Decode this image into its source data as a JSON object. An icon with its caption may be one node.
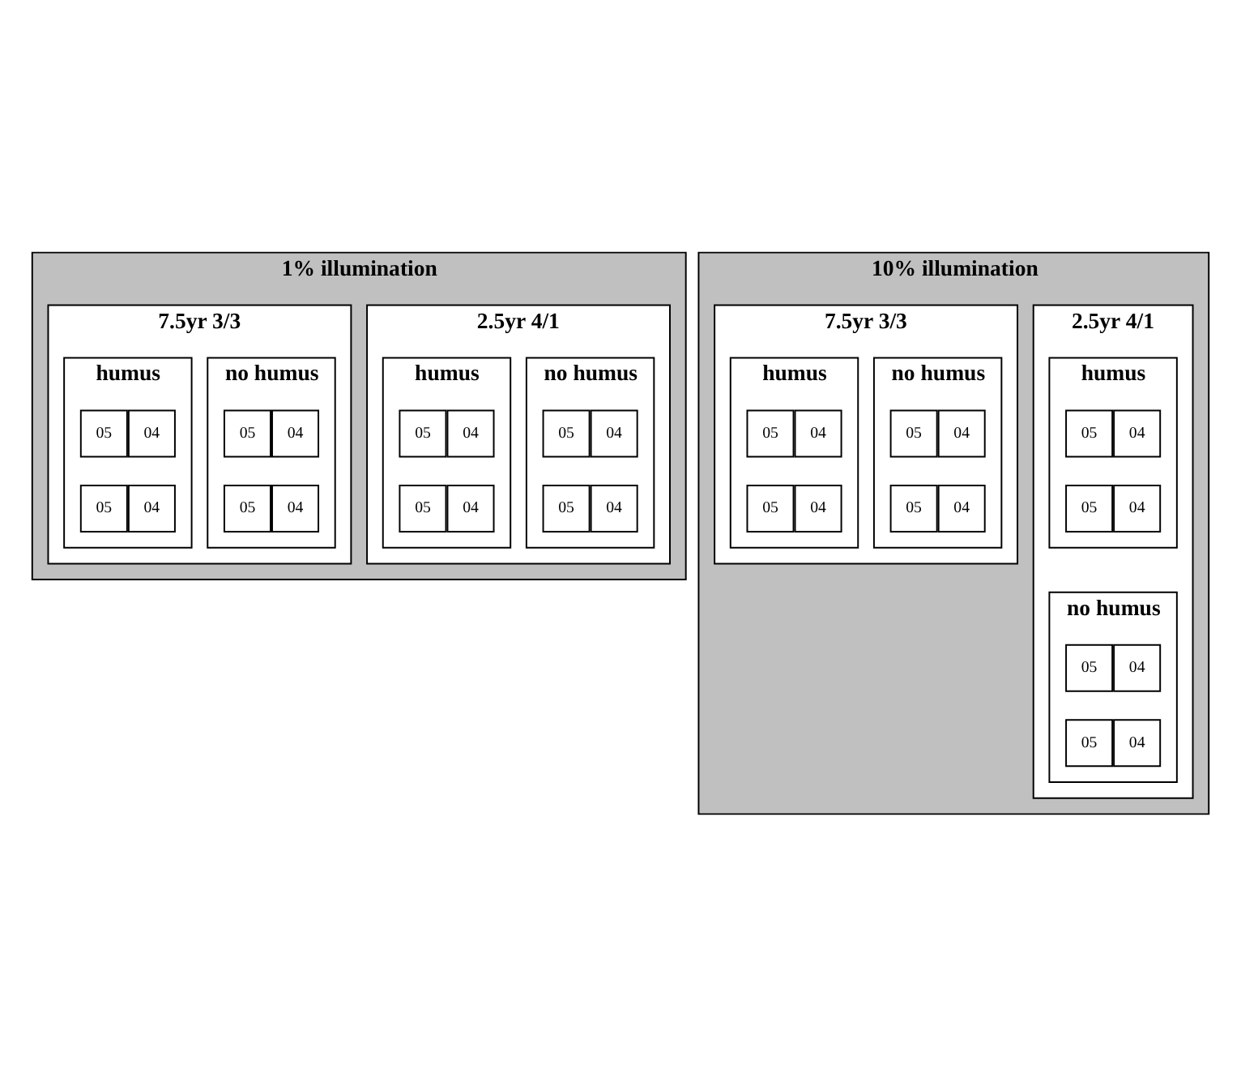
{
  "diagram": {
    "nodes": [
      {
        "text": [
          "1% illumination"
        ]
      },
      {
        "text": [
          "2.5yr 4/1"
        ],
        "in": 0
      },
      {
        "text": [
          "no humus"
        ],
        "in": 1
      },
      {
        "text": [
          "04"
        ],
        "in": 2
      },
      {
        "text": [
          "05"
        ],
        "in": 2
      },
      {
        "text": [
          "04"
        ],
        "in": 2
      },
      {
        "text": [
          "05"
        ],
        "in": 2
      },
      {
        "text": [
          "humus"
        ],
        "in": 1
      },
      {
        "text": [
          "04"
        ],
        "in": 7
      },
      {
        "text": [
          "05"
        ],
        "in": 7
      },
      {
        "text": [
          "04"
        ],
        "in": 7
      },
      {
        "text": [
          "05"
        ],
        "in": 7
      },
      {
        "text": [
          "7.5yr 3/3"
        ],
        "in": 0
      },
      {
        "text": [
          "no humus"
        ],
        "in": 12
      },
      {
        "text": [
          "04"
        ],
        "in": 13
      },
      {
        "text": [
          "05"
        ],
        "in": 13
      },
      {
        "text": [
          "04"
        ],
        "in": 13
      },
      {
        "text": [
          "05"
        ],
        "in": 13
      },
      {
        "text": [
          "humus"
        ],
        "in": 12
      },
      {
        "text": [
          "04"
        ],
        "in": 18
      },
      {
        "text": [
          "05"
        ],
        "in": 18
      },
      {
        "text": [
          "04"
        ],
        "in": 18
      },
      {
        "text": [
          "05"
        ],
        "in": 18
      },
      {
        "text": [
          "10% illumination"
        ]
      },
      {
        "text": [
          "2.5yr 4/1"
        ],
        "in": 23
      },
      {
        "text": [
          "no humus"
        ],
        "in": 24
      },
      {
        "text": [
          "04"
        ],
        "in": 25
      },
      {
        "text": [
          "05"
        ],
        "in": 25
      },
      {
        "text": [
          "04"
        ],
        "in": 25
      },
      {
        "text": [
          "05"
        ],
        "in": 25
      },
      {
        "text": [
          "humus"
        ],
        "in": 24
      },
      {
        "text": [
          "04"
        ],
        "in": 30
      },
      {
        "text": [
          "05"
        ],
        "in": 30
      },
      {
        "text": [
          "04"
        ],
        "in": 30
      },
      {
        "text": [
          "05"
        ],
        "in": 30
      },
      {
        "text": [
          "7.5yr 3/3"
        ],
        "in": 23
      },
      {
        "text": [
          "no humus"
        ],
        "in": 35
      },
      {
        "text": [
          "04"
        ],
        "in": 36
      },
      {
        "text": [
          "05"
        ],
        "in": 36
      },
      {
        "text": [
          "04"
        ],
        "in": 36
      },
      {
        "text": [
          "05"
        ],
        "in": 36
      },
      {
        "text": [
          "humus"
        ],
        "in": 35
      },
      {
        "text": [
          "04"
        ],
        "in": 41
      },
      {
        "text": [
          "05"
        ],
        "in": 41
      },
      {
        "text": [
          "04"
        ],
        "in": 41
      },
      {
        "text": [
          "05"
        ],
        "in": 41
      }
    ],
    "edges": []
  }
}
